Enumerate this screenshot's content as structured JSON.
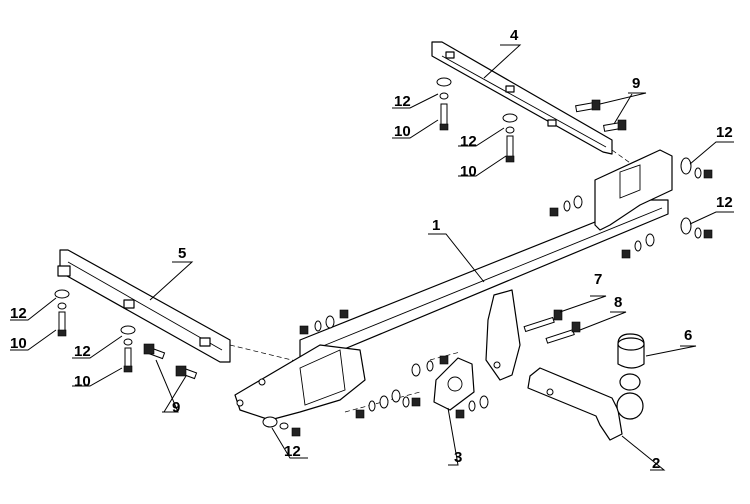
{
  "labels": {
    "l1": "1",
    "l2": "2",
    "l3": "3",
    "l4": "4",
    "l5": "5",
    "l6": "6",
    "l7": "7",
    "l8": "8",
    "l9a": "9",
    "l9b": "9",
    "l10a": "10",
    "l10b": "10",
    "l10c": "10",
    "l10d": "10",
    "l12a": "12",
    "l12b": "12",
    "l12c": "12",
    "l12d": "12",
    "l12e": "12",
    "l12f": "12",
    "l12g": "12"
  }
}
